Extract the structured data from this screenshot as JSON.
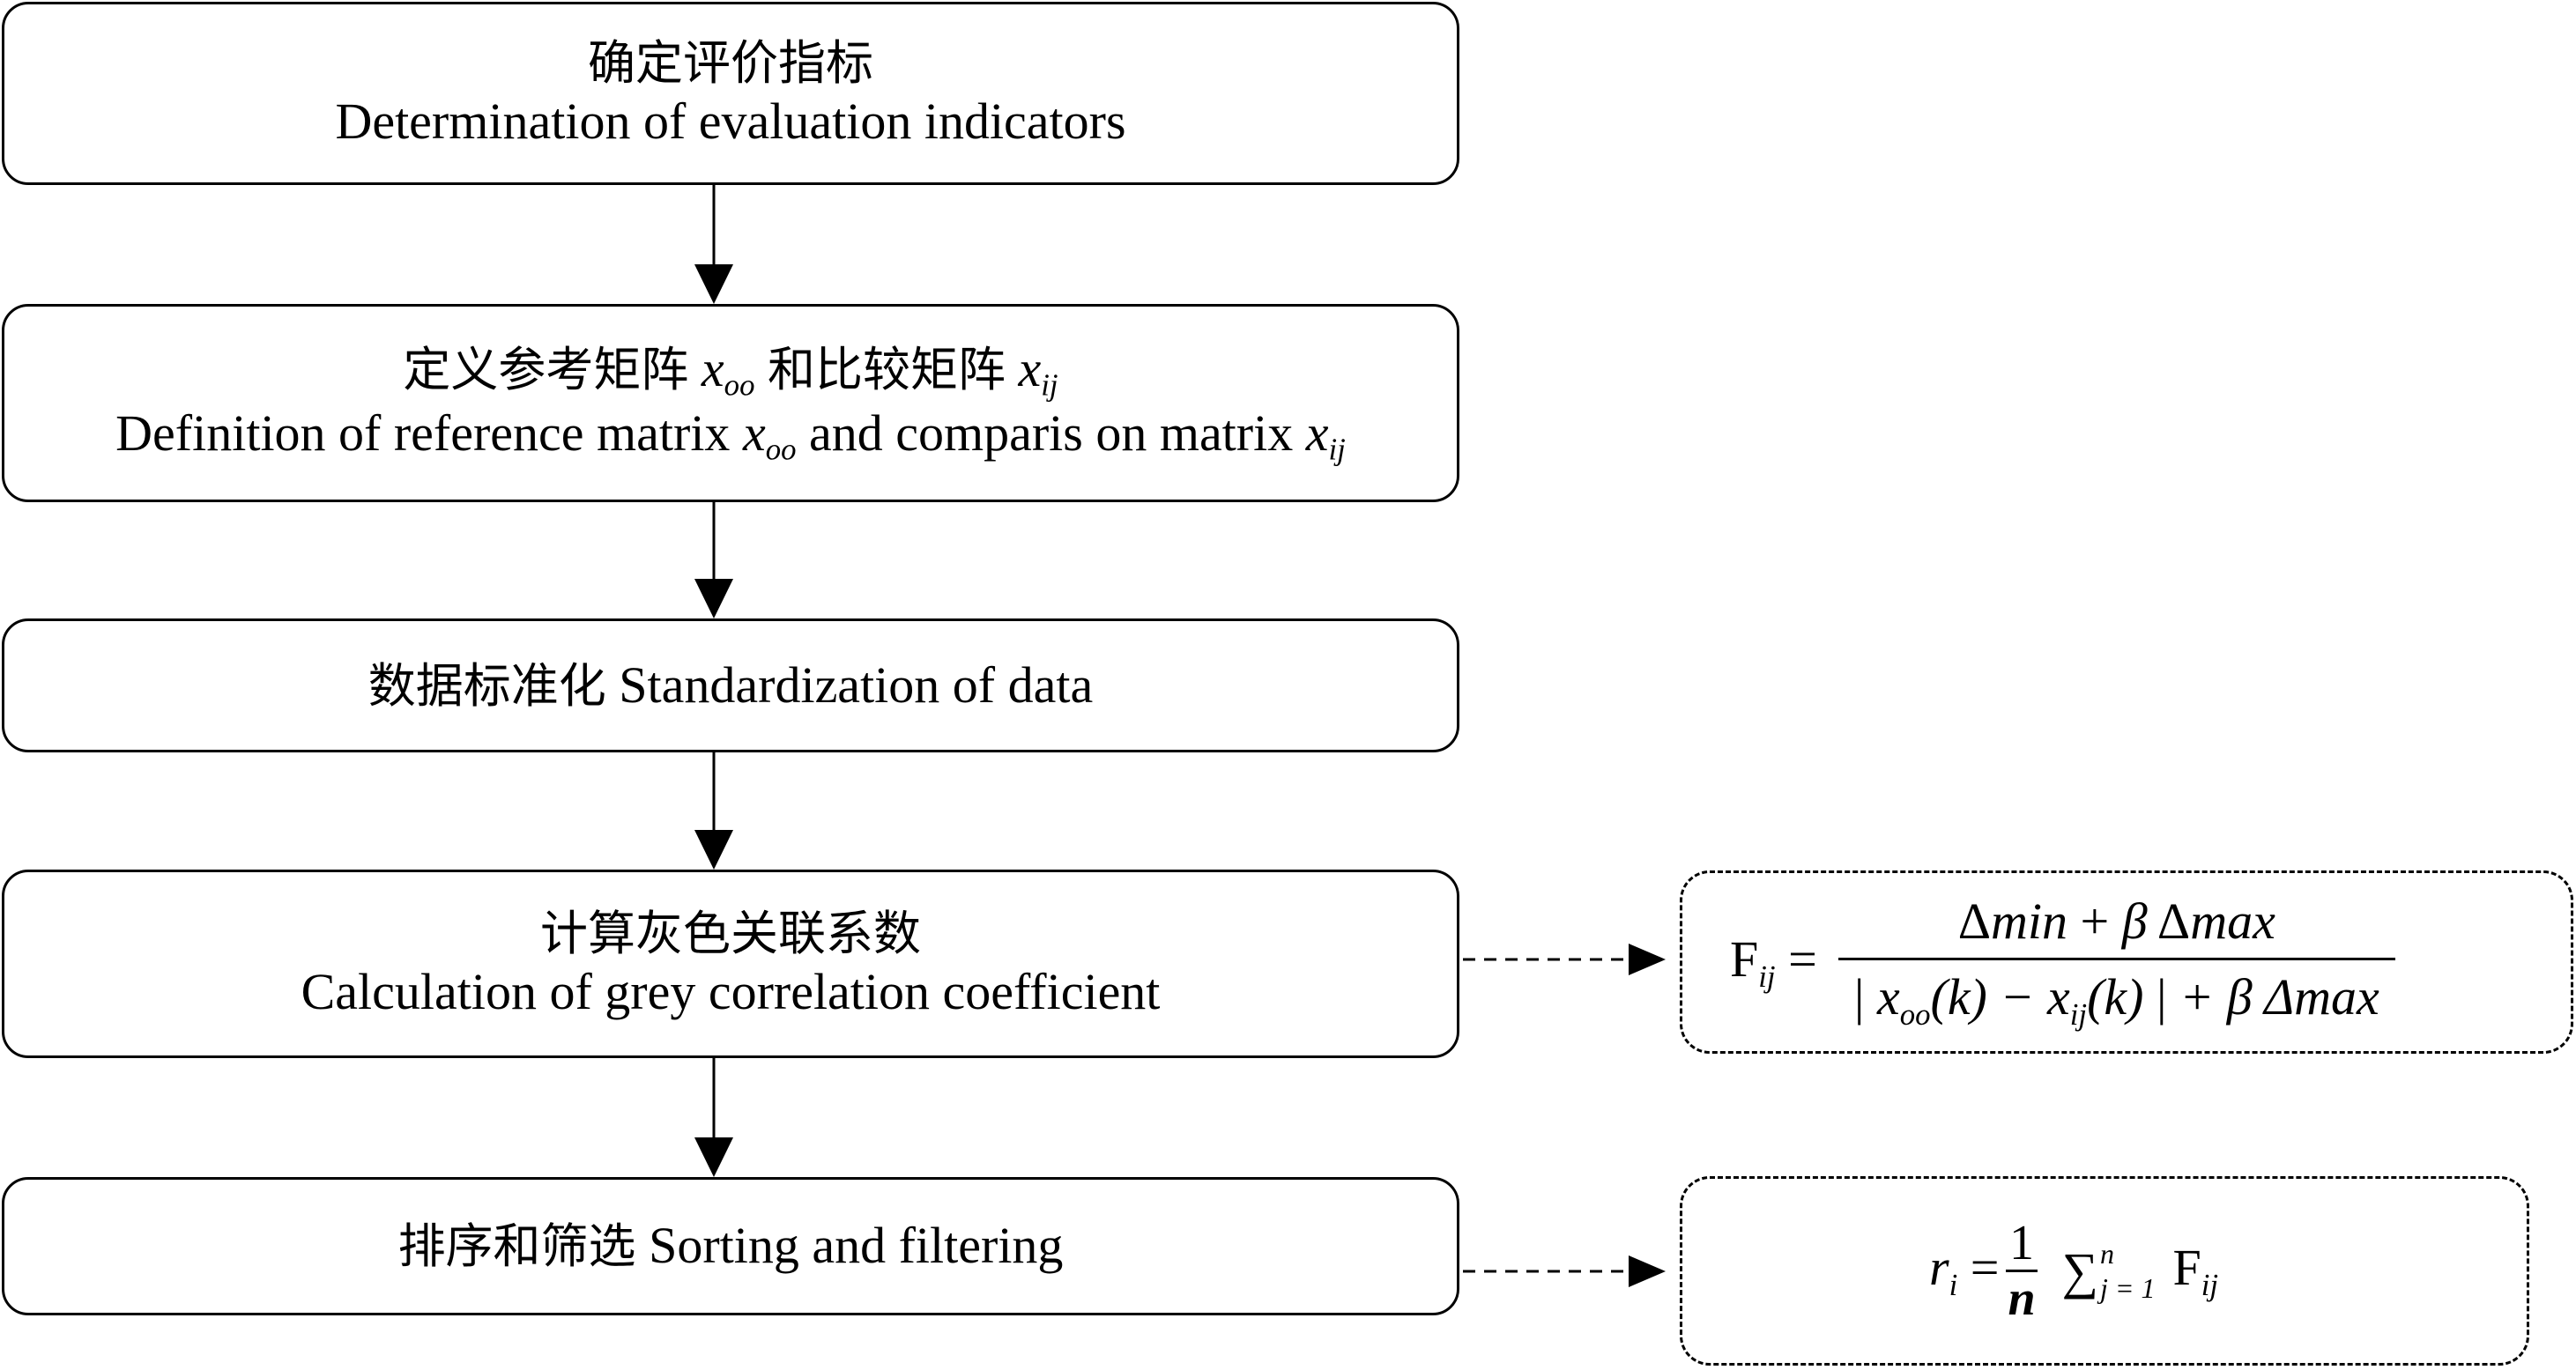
{
  "steps": [
    {
      "cn": "确定评价指标",
      "en": "Determination of evaluation indicators"
    },
    {
      "cn_a": "定义参考矩阵",
      "cn_b": "和比较矩阵",
      "en_a": "Definition of reference matrix",
      "en_b": "and comparis on matrix",
      "x_base": "x",
      "x_ref_sub": "oo",
      "x_cmp_sub": "ij"
    },
    {
      "cn": "数据标准化",
      "en": "Standardization of data"
    },
    {
      "cn": "计算灰色关联系数",
      "en": "Calculation of grey correlation coefficient"
    },
    {
      "cn": "排序和筛选",
      "en": "Sorting and filtering"
    }
  ],
  "formulas": {
    "correlation": {
      "lhs": "F",
      "lhs_sub": "ij",
      "eq": "=",
      "numerator": "Δmin + β Δmax",
      "denominator": "| xoo(k) − xij(k) | + β Δmax",
      "den_abs_open": "|",
      "den_x": "x",
      "den_sub1": "oo",
      "den_mid": "(k) − ",
      "den_sub2": "ij",
      "den_end": "(k)",
      "den_abs_close": "|",
      "den_tail": "+ β Δmax",
      "num_d1": "Δ",
      "num_min": "min",
      "num_plus": " + ",
      "num_beta": "β",
      "num_d2": " Δ",
      "num_max": "max"
    },
    "ranking": {
      "lhs": "r",
      "lhs_sub": "i",
      "eq": "=",
      "frac_num": "1",
      "frac_den": "n",
      "sigma": "∑",
      "upper": "n",
      "lower": "j = 1",
      "rhs": "F",
      "rhs_sub": "ij"
    }
  }
}
